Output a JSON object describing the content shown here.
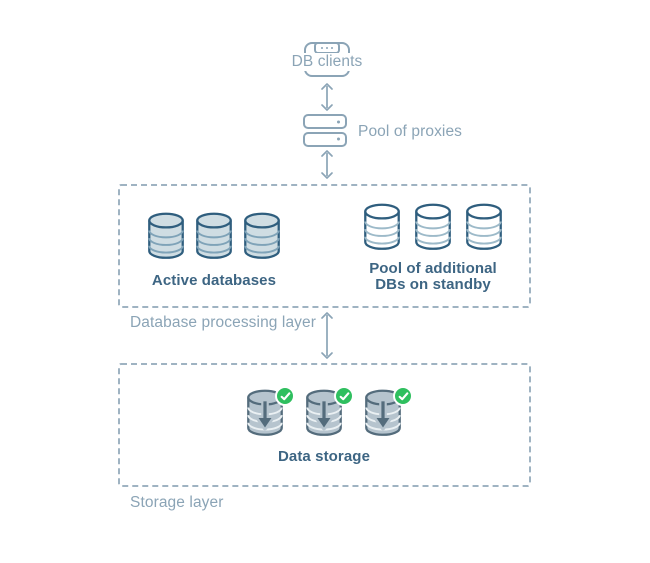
{
  "colors": {
    "muted": "#8ba4b6",
    "dashed": "#9fb3c2",
    "dark": "#3d6583",
    "outline": "#2f5e7e",
    "active_fill": "#cfdde3",
    "active_arc": "#7fa3b8",
    "standby_arc": "#9dbac9",
    "storage_fill": "#b6c4ce",
    "storage_outline": "#546c7c",
    "badge_green": "#2fbf5f"
  },
  "clients": {
    "label": "DB clients",
    "icon": "browser-window-icon"
  },
  "proxies": {
    "label": "Pool of proxies",
    "icon": "server-stack-icon",
    "server_count": 2
  },
  "processing_layer": {
    "caption": "Database processing layer",
    "active_databases": {
      "label": "Active databases",
      "count": 3,
      "icon": "database-cylinder-icon"
    },
    "standby_databases": {
      "label_line1": "Pool of additional",
      "label_line2": "DBs on standby",
      "count": 3,
      "icon": "database-cylinder-outline-icon"
    }
  },
  "storage_layer": {
    "caption": "Storage layer",
    "data_storage": {
      "label": "Data storage",
      "count": 3,
      "icon": "database-download-check-icon"
    }
  }
}
